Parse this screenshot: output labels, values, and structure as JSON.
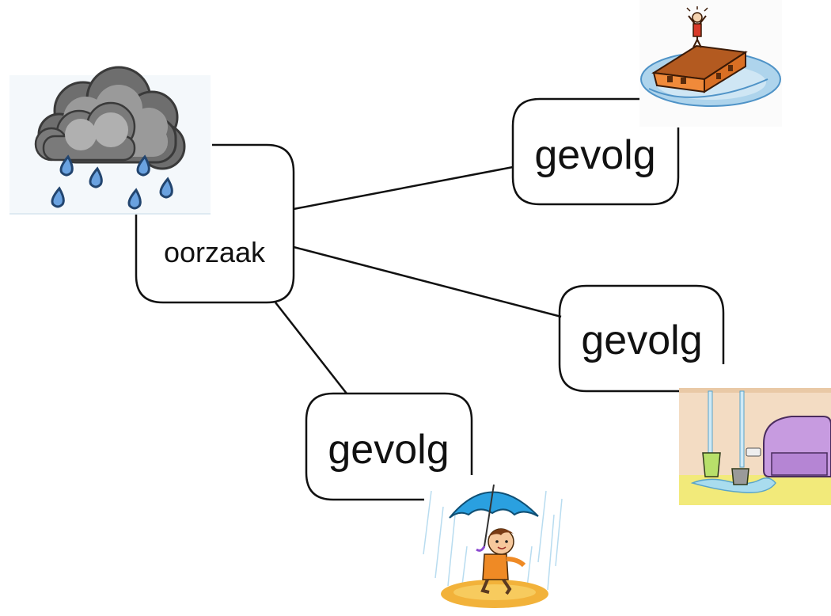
{
  "diagram": {
    "cause": {
      "label": "oorzaak",
      "icon": "rain-cloud-icon"
    },
    "effects": [
      {
        "label": "gevolg",
        "icon": "flooded-house-icon"
      },
      {
        "label": "gevolg",
        "icon": "leaking-room-icon"
      },
      {
        "label": "gevolg",
        "icon": "child-with-umbrella-icon"
      }
    ],
    "colors": {
      "line": "#111111",
      "cloud": "#8a8a8a",
      "raindrop": "#5b8fd6",
      "water": "#9ccbe6",
      "house_wall": "#f08a3a",
      "umbrella": "#2aa0e0",
      "sofa": "#c79be0"
    }
  }
}
